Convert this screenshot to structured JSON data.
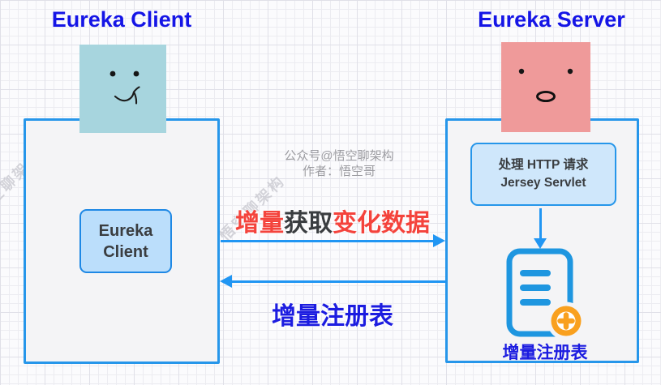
{
  "client": {
    "title": "Eureka Client",
    "face_icon": "smiley-face-icon",
    "inner_box": {
      "line1": "Eureka",
      "line2": "Client"
    }
  },
  "server": {
    "title": "Eureka Server",
    "face_icon": "surprised-face-icon",
    "servlet_box": {
      "line1": "处理 HTTP 请求",
      "line2": "Jersey Servlet"
    },
    "registry": {
      "icon": "document-list-icon",
      "badge_icon": "add-plus-badge-icon",
      "label": "增量注册表"
    }
  },
  "flows": {
    "request": {
      "direction": "client-to-server",
      "part1": "增量",
      "part2": "获取",
      "part3": "变化数据"
    },
    "response": {
      "direction": "server-to-client",
      "label": "增量注册表"
    }
  },
  "watermarks": {
    "center_line1": "公众号@悟空聊架构",
    "center_line2": "作者：悟空哥",
    "diagonal_text": "悟空聊架构"
  },
  "colors": {
    "title_blue": "#1515e6",
    "label_blue": "#1c1ce0",
    "label_red": "#f4433c",
    "label_dark": "#3a3d40",
    "arrow_blue": "#2196f3",
    "box_border_blue": "#2696ea",
    "box_fill": "#f4f4f6",
    "client_inner_fill": "#bbdefb",
    "servlet_fill": "#cfe7fb",
    "face_teal": "#a7d5de",
    "face_pink": "#ef9a9a",
    "doc_icon_blue": "#1e96e0",
    "badge_orange": "#f9a01e",
    "watermark_gray": "#9c9ca1",
    "diag_gray": "#c6c6ce",
    "grid_light": "#ececf1",
    "grid_strong": "#e0e0e8"
  }
}
